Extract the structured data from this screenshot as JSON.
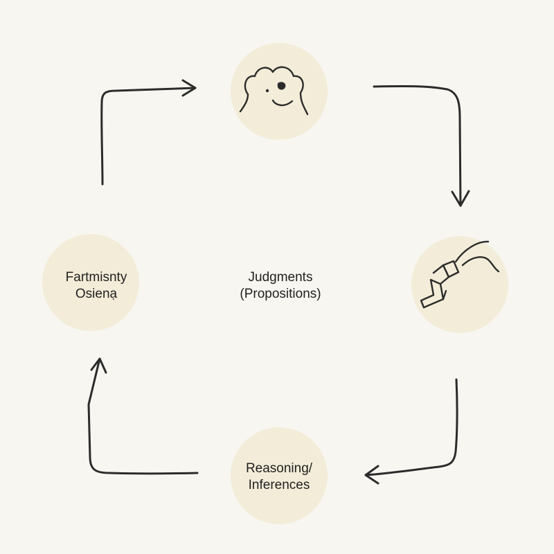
{
  "colors": {
    "background": "#f7f6f1",
    "node_fill": "#f3ecd8",
    "stroke": "#2b2b2b",
    "text": "#1f1f1f"
  },
  "nodes": {
    "top": {
      "icon": "cloud-face-icon"
    },
    "right": {
      "icon": "hand-writing-icon"
    },
    "bottom": {
      "line1": "Reasoning/",
      "line2": "Inferences"
    },
    "left": {
      "line1": "Fartmisnty",
      "line2": "Osienạ"
    }
  },
  "center": {
    "line1": "Judgments",
    "line2": "(Propositions)"
  },
  "arrows": [
    {
      "from": "left",
      "to": "top",
      "icon": "arrow-right-icon"
    },
    {
      "from": "top",
      "to": "right",
      "icon": "arrow-down-icon"
    },
    {
      "from": "right",
      "to": "bottom",
      "icon": "arrow-left-icon"
    },
    {
      "from": "bottom",
      "to": "left",
      "icon": "arrow-up-icon"
    }
  ]
}
